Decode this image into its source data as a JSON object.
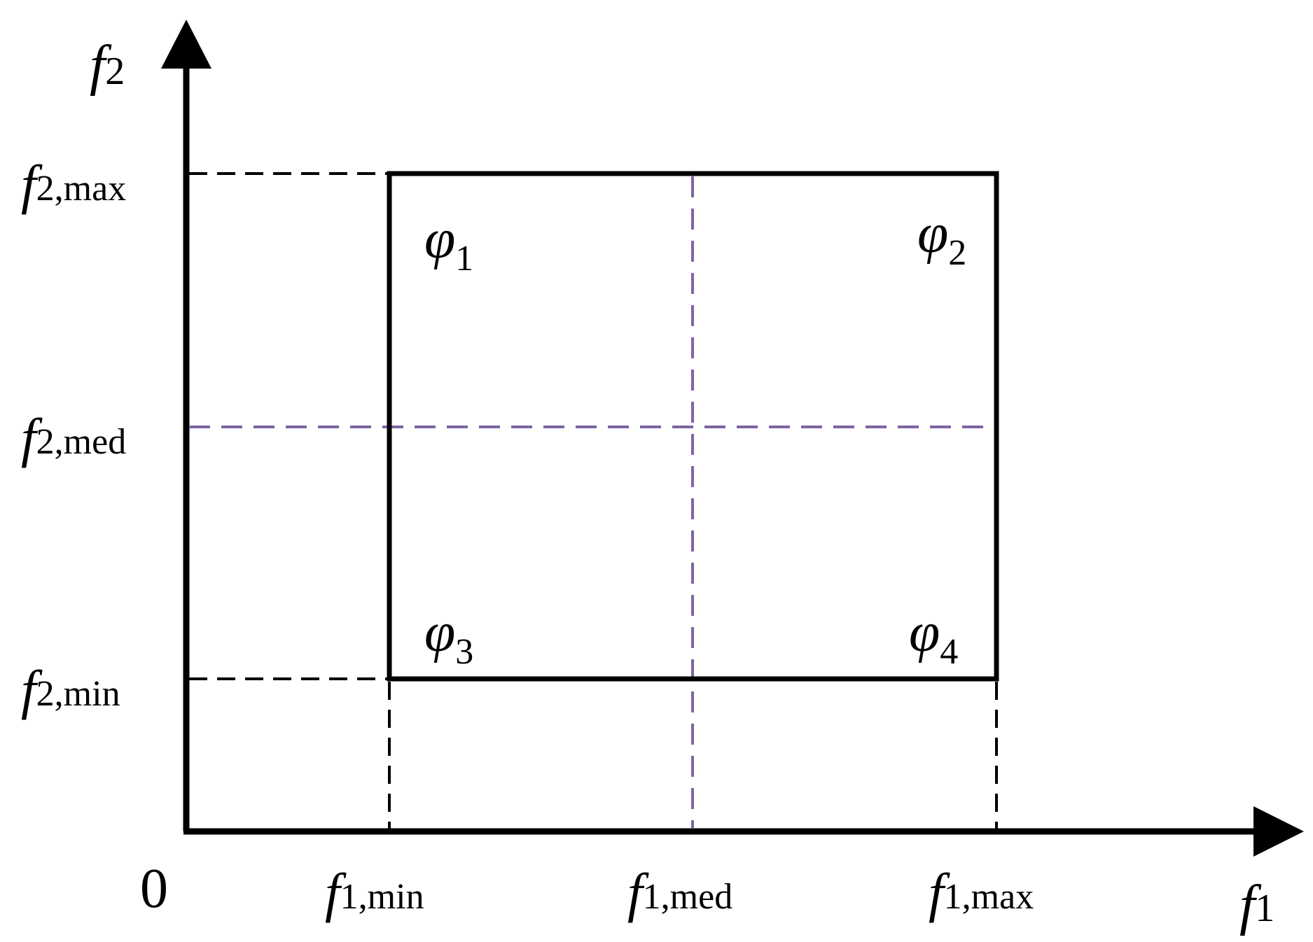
{
  "colors": {
    "axis": "#000000",
    "box": "#000000",
    "guide_dash": "#000000",
    "median_dash": "#8064a2"
  },
  "labels": {
    "origin": "0",
    "y_axis": {
      "base": "f",
      "sub": "2"
    },
    "x_axis": {
      "base": "f",
      "sub": "1"
    },
    "y_max": {
      "base": "f",
      "sub": "2,max"
    },
    "y_med": {
      "base": "f",
      "sub": "2,med"
    },
    "y_min": {
      "base": "f",
      "sub": "2,min"
    },
    "x_min": {
      "base": "f",
      "sub": "1,min"
    },
    "x_med": {
      "base": "f",
      "sub": "1,med"
    },
    "x_max": {
      "base": "f",
      "sub": "1,max"
    },
    "phi1": {
      "base": "φ",
      "sub": "1"
    },
    "phi2": {
      "base": "φ",
      "sub": "2"
    },
    "phi3": {
      "base": "φ",
      "sub": "3"
    },
    "phi4": {
      "base": "φ",
      "sub": "4"
    }
  }
}
